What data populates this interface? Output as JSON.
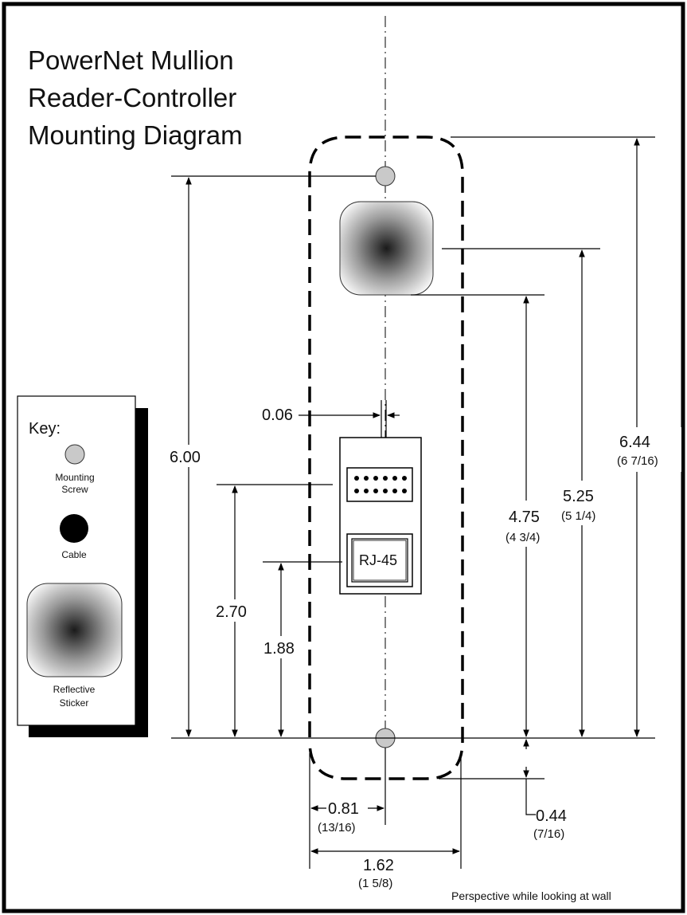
{
  "title": {
    "line1": "PowerNet Mullion",
    "line2": "Reader-Controller",
    "line3": "Mounting Diagram"
  },
  "key": {
    "heading": "Key:",
    "screw_line1": "Mounting",
    "screw_line2": "Screw",
    "cable": "Cable",
    "sticker_line1": "Reflective",
    "sticker_line2": "Sticker"
  },
  "connector": {
    "rj45": "RJ-45"
  },
  "dimensions": {
    "d006": "0.06",
    "d600": "6.00",
    "d270": "2.70",
    "d188": "1.88",
    "d475": "4.75",
    "d475_frac": "(4 3/4)",
    "d525": "5.25",
    "d525_frac": "(5 1/4)",
    "d644": "6.44",
    "d644_frac": "(6 7/16)",
    "d081": "0.81",
    "d081_frac": "(13/16)",
    "d044": "0.44",
    "d044_frac": "(7/16)",
    "d162": "1.62",
    "d162_frac": "(1 5/8)"
  },
  "footer": "Perspective while looking at wall",
  "colors": {
    "screw_fill": "#c9c9c9",
    "cable_fill": "#000000",
    "sticker_light": "#f2f2f2",
    "sticker_dark": "#1a1a1a"
  }
}
